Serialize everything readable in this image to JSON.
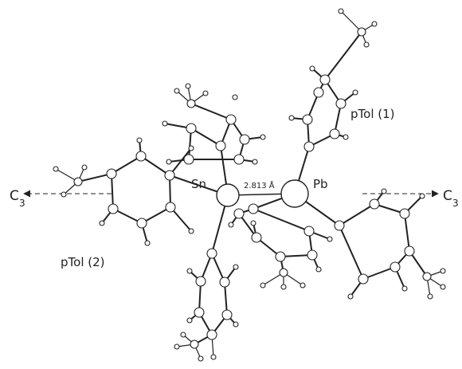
{
  "labels": {
    "sn": "Sn",
    "pb": "Pb",
    "bond_length": "2.813 Å",
    "ptol1": "pTol (1)",
    "ptol2": "pTol (2)",
    "c3_symbol": "C",
    "c3_subscript": "3"
  },
  "colors": {
    "ink": "#222222",
    "paper": "#ffffff"
  }
}
